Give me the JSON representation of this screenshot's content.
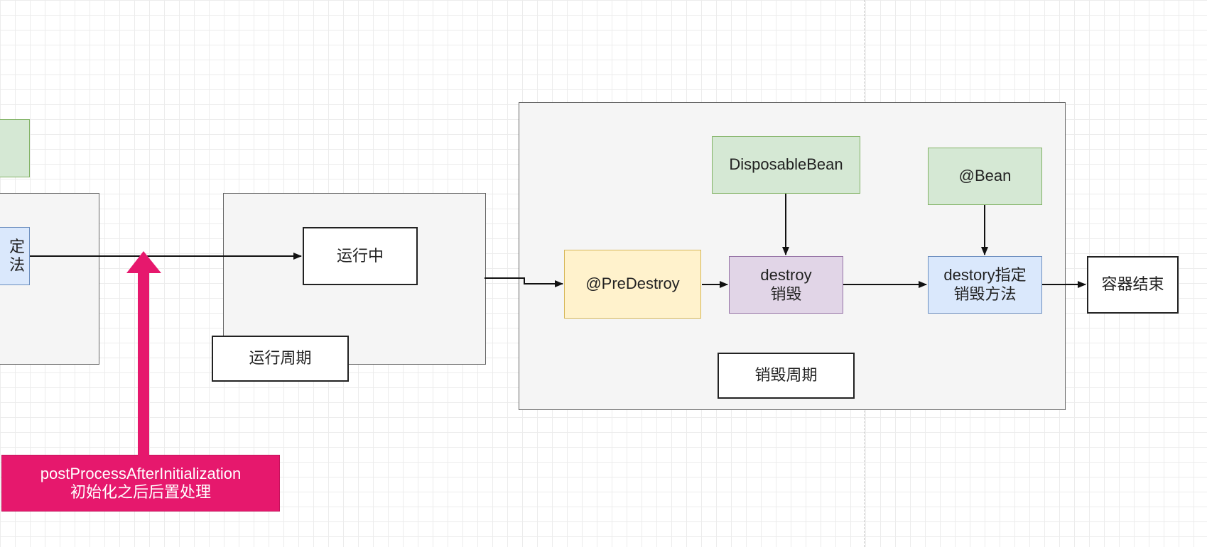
{
  "nodes": {
    "partial_green": "",
    "partial_blue": "定\n法",
    "running": "运行中",
    "running_period": "运行周期",
    "predestroy": "@PreDestroy",
    "disposable_bean": "DisposableBean",
    "destroy": "destroy\n销毁",
    "bean": "@Bean",
    "destory_method": "destory指定\n销毁方法",
    "container_end": "容器结束",
    "destroy_period": "销毁周期",
    "post_process": "postProcessAfterInitialization\n初始化之后后置处理"
  },
  "colors": {
    "group_fill": "#f5f5f5",
    "green": "#d5e8d4",
    "blue": "#dae8fc",
    "yellow": "#fff2cc",
    "purple": "#e1d5e7",
    "highlight": "#e6186d"
  }
}
